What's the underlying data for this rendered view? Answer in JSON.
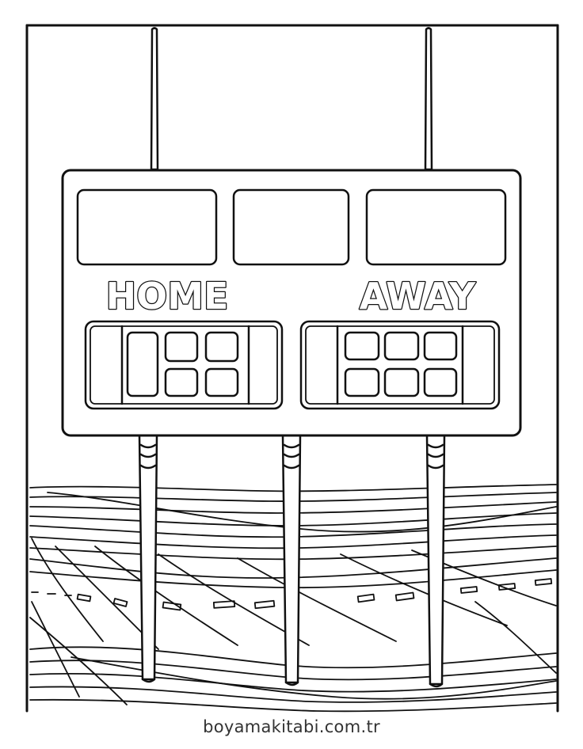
{
  "scoreboard": {
    "home_label": "HOME",
    "away_label": "AWAY"
  },
  "footer": {
    "site": "boyamakitabi.com.tr"
  },
  "colors": {
    "ink": "#111111",
    "paper": "#ffffff",
    "footer_text": "#333333"
  }
}
